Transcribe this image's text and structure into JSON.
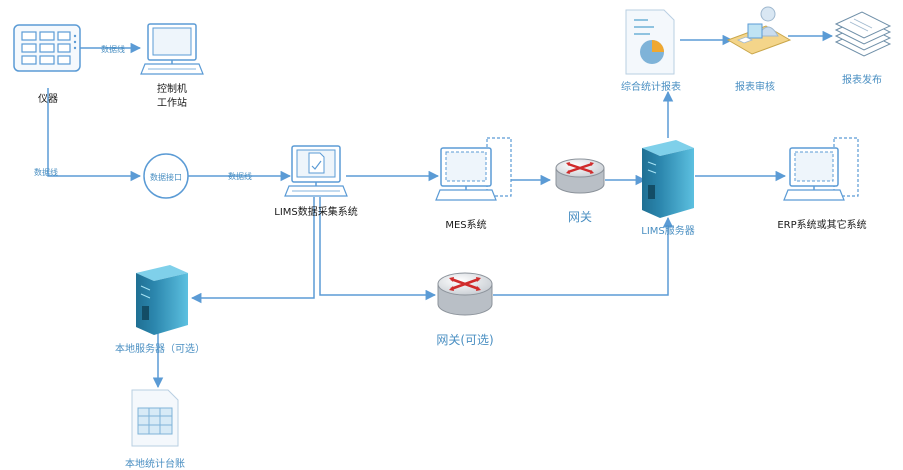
{
  "nodes": {
    "instrument": "仪器",
    "control_pc_line1": "控制机",
    "control_pc_line2": "工作站",
    "data_interface": "数据接口",
    "lims_collect": "LIMS数据采集系统",
    "mes": "MES系统",
    "gateway": "网关",
    "lims_server": "LIMS服务器",
    "erp": "ERP系统或其它系统",
    "stats_report": "综合统计报表",
    "report_review": "报表审核",
    "report_publish": "报表发布",
    "local_server": "本地服务器（可选）",
    "gateway_optional": "网关(可选)",
    "local_ledger": "本地统计台账"
  },
  "edges": {
    "cable_1": "数据线",
    "cable_2": "数据线",
    "cable_3": "数据线"
  },
  "colors": {
    "line": "#5b9bd5",
    "label": "#4a8fc2",
    "server": "#3aa0c6",
    "router": "#d02b2b"
  }
}
